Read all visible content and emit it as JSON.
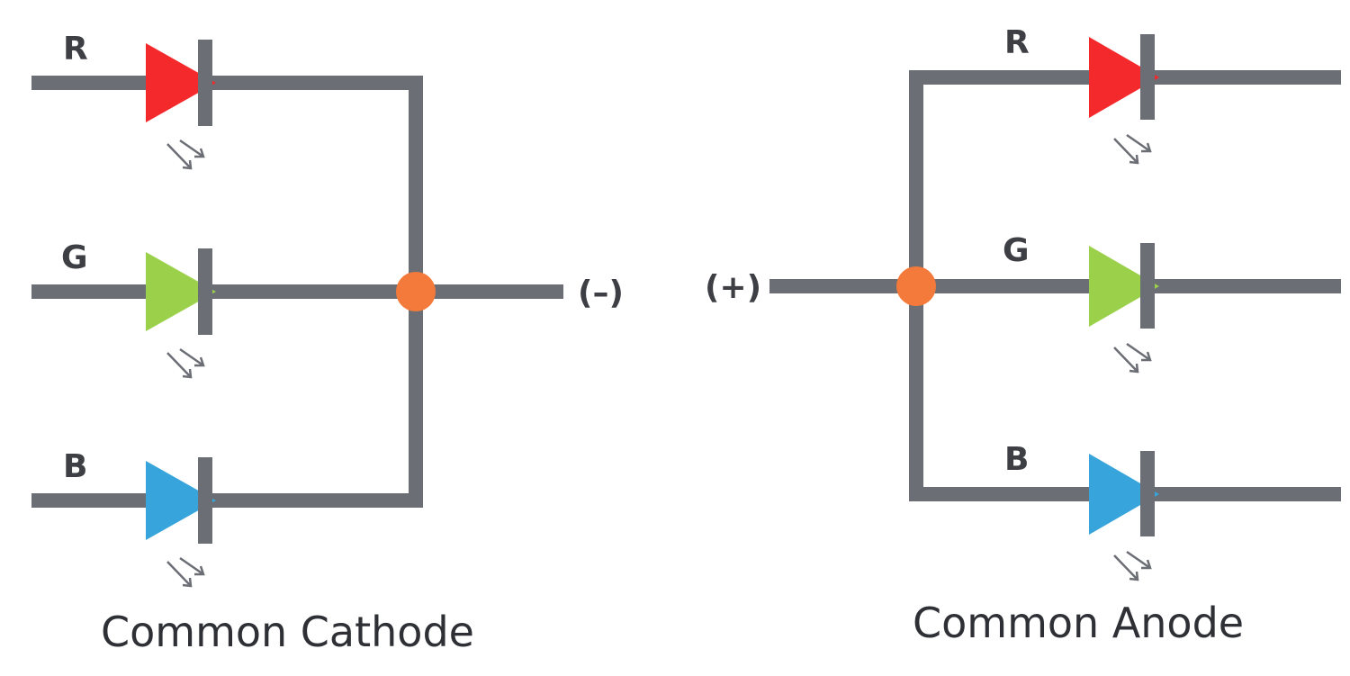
{
  "left_circuit": {
    "caption": "Common Cathode",
    "terminal": "(–)",
    "leds": [
      {
        "label": "R",
        "color": "#f3292b"
      },
      {
        "label": "G",
        "color": "#9bd04a"
      },
      {
        "label": "B",
        "color": "#37a4dc"
      }
    ]
  },
  "right_circuit": {
    "caption": "Common Anode",
    "terminal": "(+)",
    "leds": [
      {
        "label": "R",
        "color": "#f3292b"
      },
      {
        "label": "G",
        "color": "#9bd04a"
      },
      {
        "label": "B",
        "color": "#37a4dc"
      }
    ]
  },
  "colors": {
    "wire": "#6b6e74",
    "junction": "#f37a3a",
    "text": "#3d3f44"
  }
}
